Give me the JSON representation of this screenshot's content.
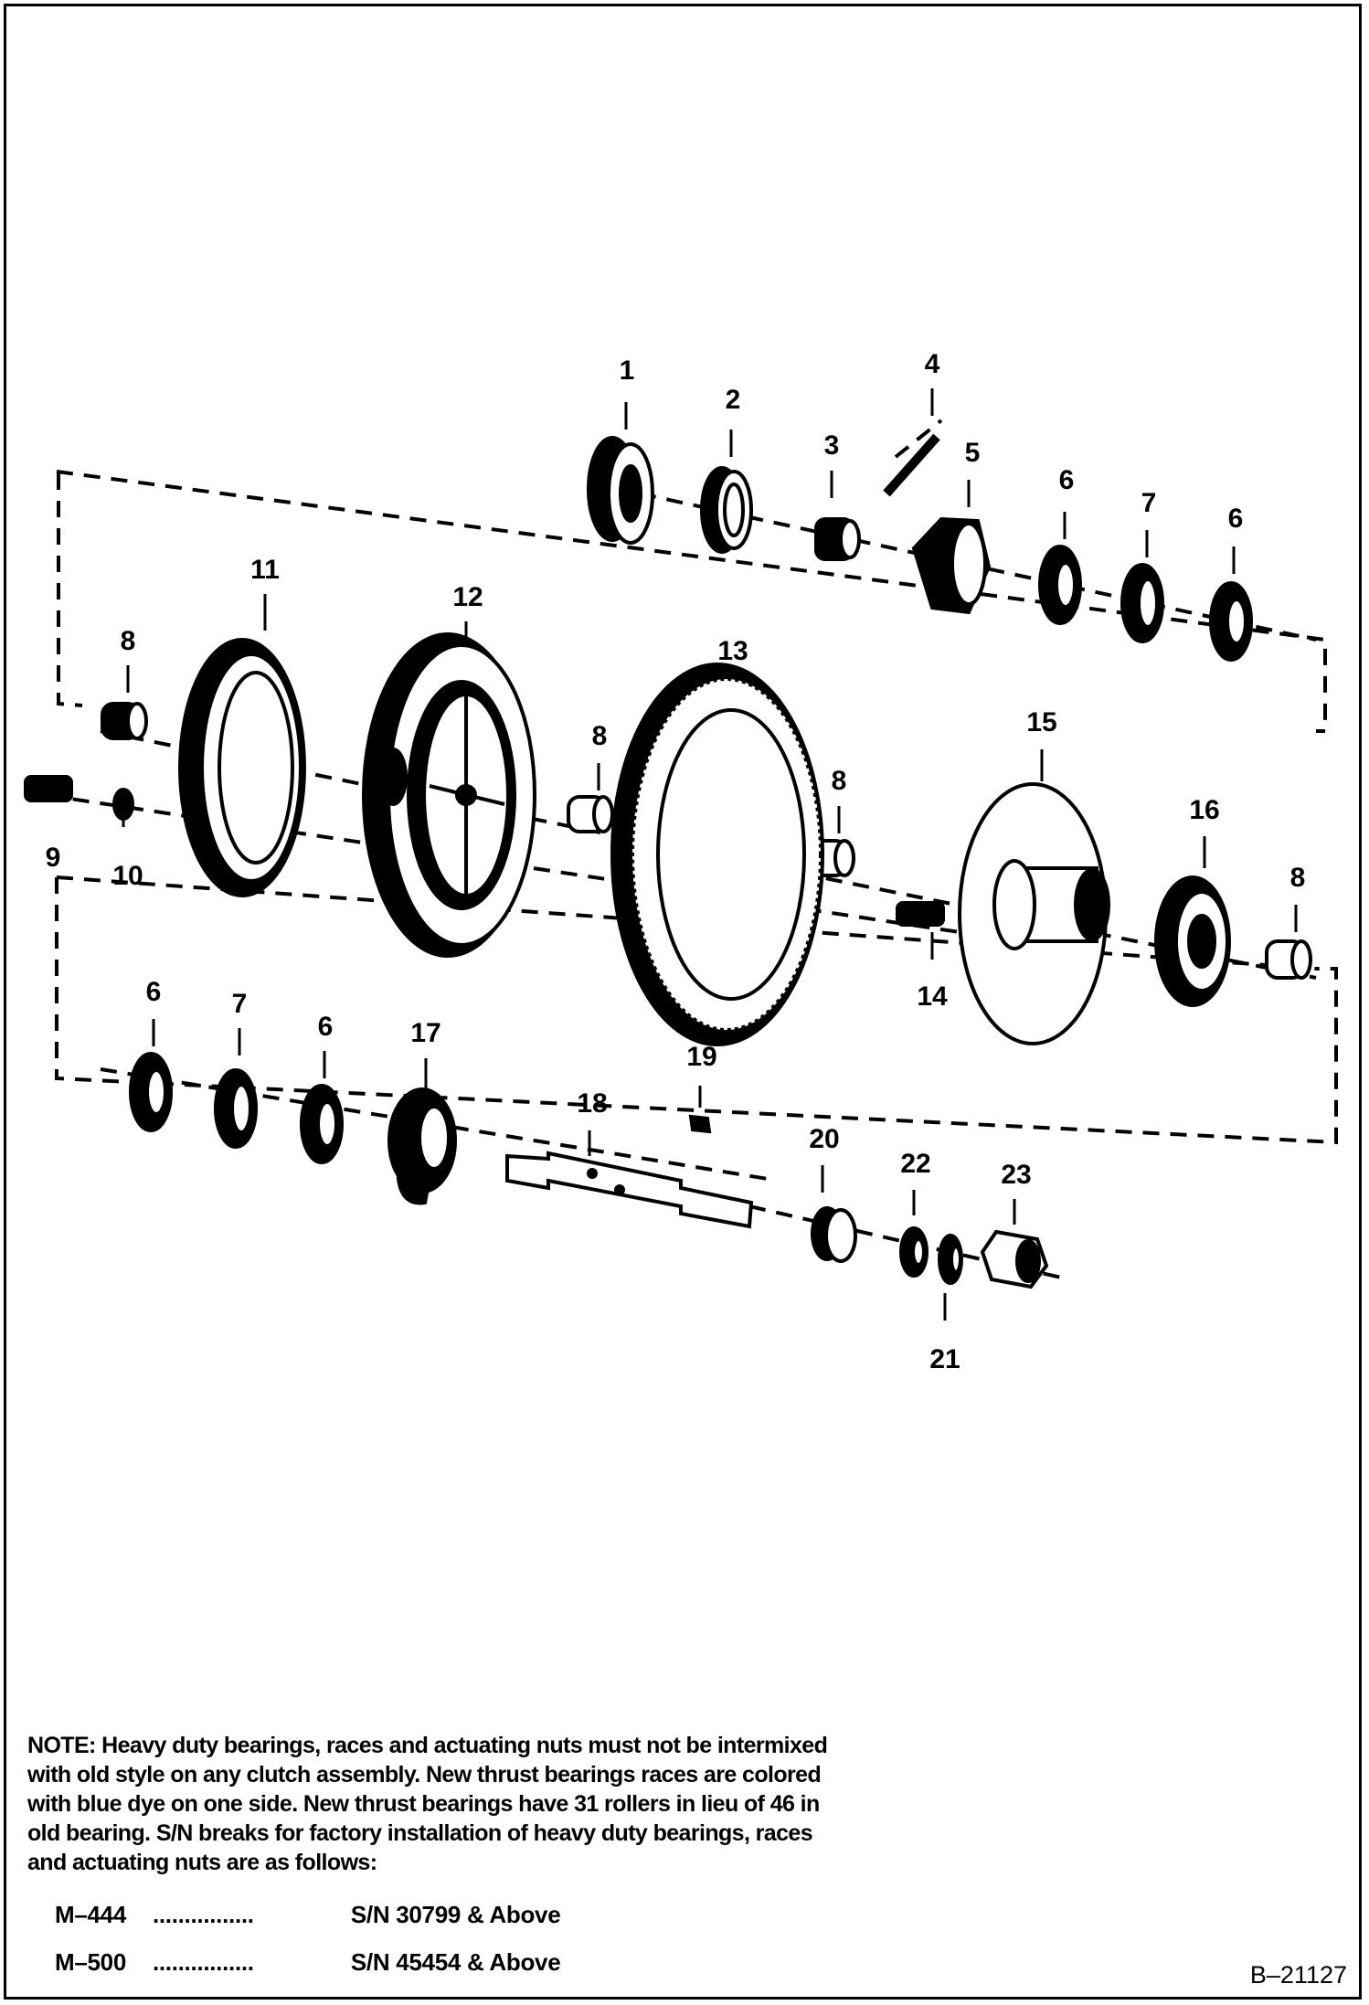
{
  "figure": {
    "callouts": [
      "1",
      "2",
      "3",
      "4",
      "5",
      "6",
      "7",
      "6",
      "8",
      "11",
      "12",
      "13",
      "8",
      "8",
      "15",
      "16",
      "8",
      "9",
      "10",
      "14",
      "6",
      "7",
      "6",
      "17",
      "19",
      "18",
      "20",
      "22",
      "23",
      "21"
    ]
  },
  "note": {
    "label": "NOTE:",
    "text": "Heavy duty bearings, races and actuating nuts must not be intermixed with old style on any clutch assembly.  New thrust bearings races are colored with blue dye on one side.  New thrust bearings have 31 rollers in lieu of 46 in old bearing.  S/N breaks for factory installation of heavy duty bearings, races and actuating nuts are as follows:"
  },
  "serial_breaks": [
    {
      "model": "M–444",
      "leader": "................",
      "serial": "S/N 30799 & Above"
    },
    {
      "model": "M–500",
      "leader": "................",
      "serial": "S/N 45454 & Above"
    }
  ],
  "reference_code": "B–21127"
}
